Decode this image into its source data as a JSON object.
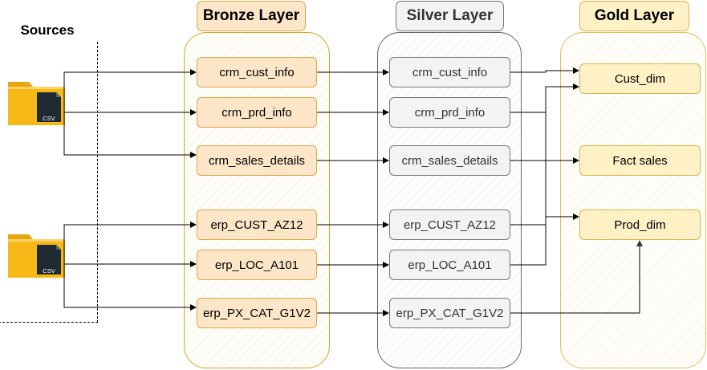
{
  "sources": {
    "title": "Sources",
    "icon_label": "CSV"
  },
  "layers": {
    "bronze": {
      "title": "Bronze Layer"
    },
    "silver": {
      "title": "Silver Layer"
    },
    "gold": {
      "title": "Gold Layer"
    }
  },
  "bronze_nodes": [
    "crm_cust_info",
    "crm_prd_info",
    "crm_sales_details",
    "erp_CUST_AZ12",
    "erp_LOC_A101",
    "erp_PX_CAT_G1V2"
  ],
  "silver_nodes": [
    "crm_cust_info",
    "crm_prd_info",
    "crm_sales_details",
    "erp_CUST_AZ12",
    "erp_LOC_A101",
    "erp_PX_CAT_G1V2"
  ],
  "gold_nodes": [
    "Cust_dim",
    "Fact sales",
    "Prod_dim"
  ],
  "colors": {
    "bronze_fill": "#fde6c8",
    "bronze_border": "#d9a64a",
    "silver_fill": "#f3f3f3",
    "silver_border": "#777777",
    "gold_fill": "#fff1c6",
    "gold_border": "#d9b54a",
    "folder": "#f6b817"
  }
}
